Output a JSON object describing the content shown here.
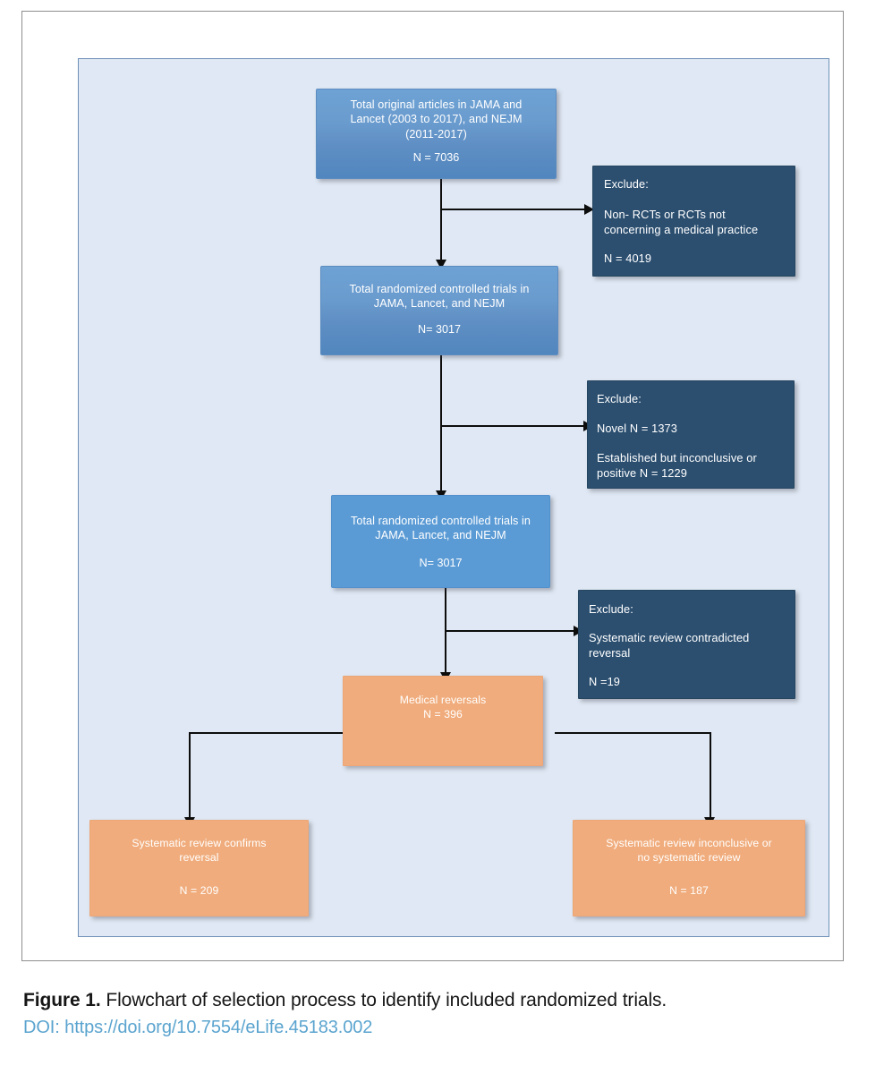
{
  "figure": {
    "caption_label": "Figure 1.",
    "caption_text": " Flowchart of selection process to identify included randomized trials.",
    "doi": "DOI: https://doi.org/10.7554/eLife.45183.002"
  },
  "colors": {
    "panel_background": "#dfe8f4",
    "panel_border": "#6f90b8",
    "frame_border": "#8e8e8e",
    "process_blue": "#5b9bd5",
    "exclude_navy": "#2c4f70",
    "outcome_orange": "#f0ac7c",
    "connector": "#0d0d0d",
    "doi_link": "#5ba4cf"
  },
  "nodes": {
    "total_articles": {
      "line1": "Total original articles in JAMA and",
      "line2": "Lancet (2003 to 2017), and NEJM",
      "line3": "(2011-2017)",
      "n": "N = 7036"
    },
    "exclude_non_rct": {
      "heading": "Exclude:",
      "line1": "Non- RCTs or RCTs not",
      "line2": "concerning a medical practice",
      "n": "N = 4019"
    },
    "total_rct_1": {
      "line1": "Total randomized controlled trials in",
      "line2": "JAMA, Lancet, and NEJM",
      "n": "N= 3017"
    },
    "exclude_novel": {
      "heading": "Exclude:",
      "line1": "Novel N = 1373",
      "line2": "Established but inconclusive or",
      "line3": "positive N = 1229"
    },
    "total_rct_2": {
      "line1": "Total randomized controlled trials in",
      "line2": "JAMA, Lancet, and NEJM",
      "n": "N= 3017"
    },
    "exclude_contradicted": {
      "heading": "Exclude:",
      "line1": "Systematic review contradicted",
      "line2": "reversal",
      "n": "N =19"
    },
    "medical_reversals": {
      "line1": "Medical reversals",
      "n": "N = 396"
    },
    "review_confirms": {
      "line1": "Systematic review confirms",
      "line2": "reversal",
      "n": "N = 209"
    },
    "review_inconclusive": {
      "line1": "Systematic review inconclusive or",
      "line2": "no systematic review",
      "n": "N = 187"
    }
  },
  "chart_data": {
    "type": "flowchart",
    "title": "Flowchart of selection process to identify included randomized trials",
    "stages": [
      {
        "id": "total_articles",
        "label": "Total original articles in JAMA and Lancet (2003 to 2017), and NEJM (2011-2017)",
        "n": 7036,
        "kind": "process"
      },
      {
        "id": "exclude_non_rct",
        "label": "Exclude: Non- RCTs or RCTs not concerning a medical practice",
        "n": 4019,
        "kind": "exclusion"
      },
      {
        "id": "total_rct_1",
        "label": "Total randomized controlled trials in JAMA, Lancet, and NEJM",
        "n": 3017,
        "kind": "process"
      },
      {
        "id": "exclude_novel",
        "label": "Exclude: Novel; Established but inconclusive or positive",
        "n": [
          1373,
          1229
        ],
        "kind": "exclusion"
      },
      {
        "id": "total_rct_2",
        "label": "Total randomized controlled trials in JAMA, Lancet, and NEJM",
        "n": 3017,
        "kind": "process"
      },
      {
        "id": "exclude_contradicted",
        "label": "Exclude: Systematic review contradicted reversal",
        "n": 19,
        "kind": "exclusion"
      },
      {
        "id": "medical_reversals",
        "label": "Medical reversals",
        "n": 396,
        "kind": "outcome"
      },
      {
        "id": "review_confirms",
        "label": "Systematic review confirms reversal",
        "n": 209,
        "kind": "outcome"
      },
      {
        "id": "review_inconclusive",
        "label": "Systematic review inconclusive or no systematic review",
        "n": 187,
        "kind": "outcome"
      }
    ],
    "edges": [
      {
        "from": "total_articles",
        "to": "exclude_non_rct"
      },
      {
        "from": "total_articles",
        "to": "total_rct_1"
      },
      {
        "from": "total_rct_1",
        "to": "exclude_novel"
      },
      {
        "from": "total_rct_1",
        "to": "total_rct_2"
      },
      {
        "from": "total_rct_2",
        "to": "exclude_contradicted"
      },
      {
        "from": "total_rct_2",
        "to": "medical_reversals"
      },
      {
        "from": "medical_reversals",
        "to": "review_confirms"
      },
      {
        "from": "medical_reversals",
        "to": "review_inconclusive"
      }
    ]
  }
}
